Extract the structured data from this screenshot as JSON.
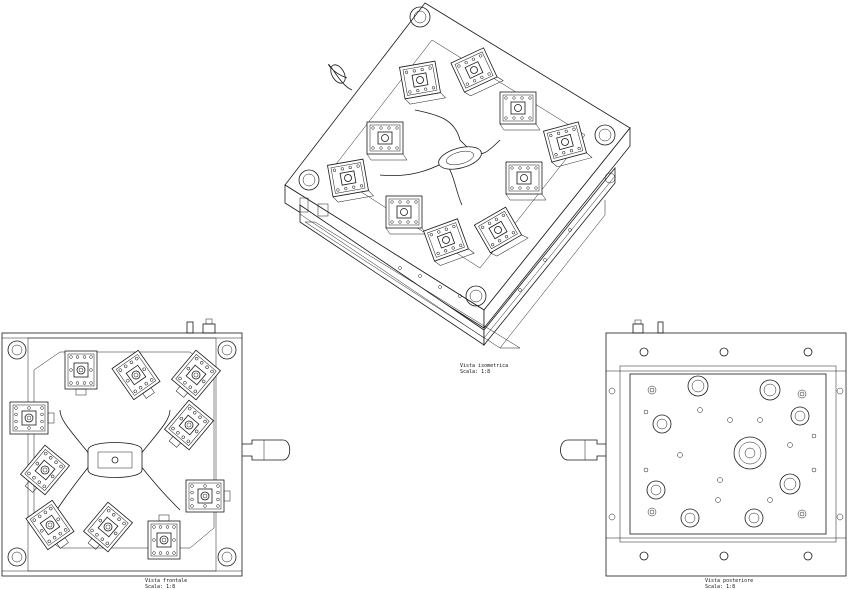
{
  "views": {
    "iso": {
      "caption": "Vista isometrica",
      "scale": "Scala:   1:8"
    },
    "front": {
      "caption": "Vista frontale",
      "scale": "Scala:   1:8"
    },
    "rear": {
      "caption": "Vista posteriore",
      "scale": "Scala:   1:8"
    }
  },
  "colors": {
    "line": "#1a1a1a",
    "background": "#ffffff"
  }
}
